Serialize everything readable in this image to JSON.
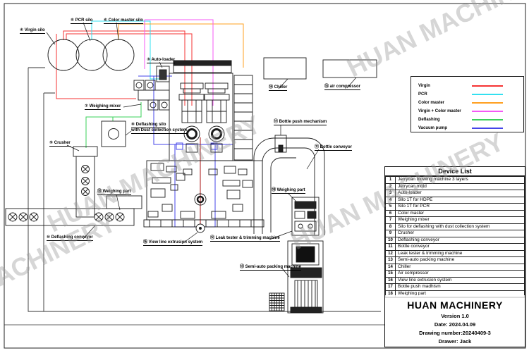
{
  "watermark": {
    "text": "HUAN MACHINERY"
  },
  "legend": {
    "items": [
      {
        "label": "Virgin",
        "color": "#f63333"
      },
      {
        "label": "PCR",
        "color": "#33e0f0"
      },
      {
        "label": "Color master",
        "color": "#ffa020"
      },
      {
        "label": "Virgin + Color master",
        "color": "#f558f5"
      },
      {
        "label": "Deflashing",
        "color": "#3ad05a"
      },
      {
        "label": "Vacuum pump",
        "color": "#4444e8"
      }
    ]
  },
  "device_list": {
    "title": "Device List",
    "rows": [
      {
        "no": "1",
        "name": "Jerrycan blowing machine 3 layers"
      },
      {
        "no": "2",
        "name": "Jerrycan mold"
      },
      {
        "no": "3",
        "name": "Auto-loader"
      },
      {
        "no": "4",
        "name": "Silo 1T for HDPE"
      },
      {
        "no": "5",
        "name": "Silo 1T for PCR"
      },
      {
        "no": "6",
        "name": "Color master"
      },
      {
        "no": "7",
        "name": "Weighing mixer"
      },
      {
        "no": "8",
        "name": "Silo for deflashing with dust collection system"
      },
      {
        "no": "9",
        "name": "Crusher"
      },
      {
        "no": "10",
        "name": "Deflashing conveyor"
      },
      {
        "no": "11",
        "name": "Bottle conveyor"
      },
      {
        "no": "12",
        "name": "Leak tester & trimming machine"
      },
      {
        "no": "13",
        "name": "Semi-auto packing machine"
      },
      {
        "no": "14",
        "name": "Chiller"
      },
      {
        "no": "15",
        "name": "Air compressor"
      },
      {
        "no": "16",
        "name": "View line extrusion system"
      },
      {
        "no": "17",
        "name": "Bottle push madhism"
      },
      {
        "no": "18",
        "name": "Weighing part"
      }
    ]
  },
  "title_block": {
    "company": "HUAN MACHINERY",
    "version": "Version  1.0",
    "date": "Date: 2024.04.09",
    "drawing_number": "Drawing number:20240409-3",
    "drawer": "Drawer:  Jack"
  },
  "labels": {
    "virgin_silo": "④ Virgin silo",
    "pcr_silo": "⑤ PCR silo",
    "color_master_silo": "⑥ Color master silo",
    "auto_loader": "③ Auto-loader",
    "weighing_mixer": "⑦ Weighing mixer",
    "deflashing_silo_line1": "⑧ Deflashing silo",
    "deflashing_silo_line2": "with Dust collection system",
    "crusher": "⑨ Crusher",
    "weighing_part_left": "⑱ Weighing part",
    "deflashing_conveyor": "⑩ Deflashing conveyor",
    "view_line": "⑯ View line extrusion system",
    "leak_tester": "⑫ Leak tester & trimming machine",
    "semi_auto_packing": "⑬ Semi-auto packing machine",
    "chiller": "⑭ Chiller",
    "air_compressor": "⑮ air compressor",
    "bottle_push": "⑰ Bottle push mechanism",
    "bottle_conveyor": "⑪ Bottle conveyor",
    "weighing_part_right": "⑱ Weighing part"
  }
}
